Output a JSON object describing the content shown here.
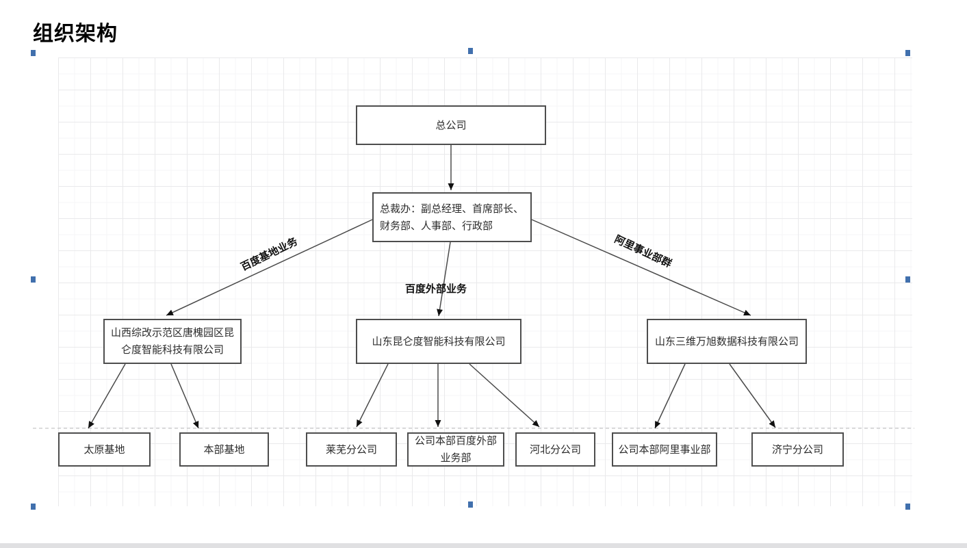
{
  "page": {
    "title": "组织架构"
  },
  "colors": {
    "node_border": "#4d4d4d",
    "connector": "#4a4a4a",
    "selection_handle": "#4170ad",
    "grid_major": "#e9e9eb",
    "grid_minor": "#f5f5f7"
  },
  "diagram": {
    "nodes": [
      {
        "id": "head-office",
        "label": "总公司"
      },
      {
        "id": "president-office",
        "label": "总裁办：副总经理、首席部长、财务部、人事部、行政部"
      },
      {
        "id": "shanxi-company",
        "label": "山西综改示范区唐槐园区昆仑度智能科技有限公司"
      },
      {
        "id": "shandong-kunlundu",
        "label": "山东昆仑度智能科技有限公司"
      },
      {
        "id": "shandong-sanwei",
        "label": "山东三维万旭数据科技有限公司"
      },
      {
        "id": "taiyuan-base",
        "label": "太原基地"
      },
      {
        "id": "benbu-base",
        "label": "本部基地"
      },
      {
        "id": "laiwu-branch",
        "label": "莱芜分公司"
      },
      {
        "id": "baidu-external-dept",
        "label": "公司本部百度外部业务部"
      },
      {
        "id": "hebei-branch",
        "label": "河北分公司"
      },
      {
        "id": "ali-dept",
        "label": "公司本部阿里事业部"
      },
      {
        "id": "jining-branch",
        "label": "济宁分公司"
      }
    ],
    "edge_labels": [
      {
        "id": "baidu-base-business",
        "label": "百度基地业务"
      },
      {
        "id": "baidu-external-business",
        "label": "百度外部业务"
      },
      {
        "id": "ali-business-group",
        "label": "阿里事业部群"
      }
    ]
  }
}
